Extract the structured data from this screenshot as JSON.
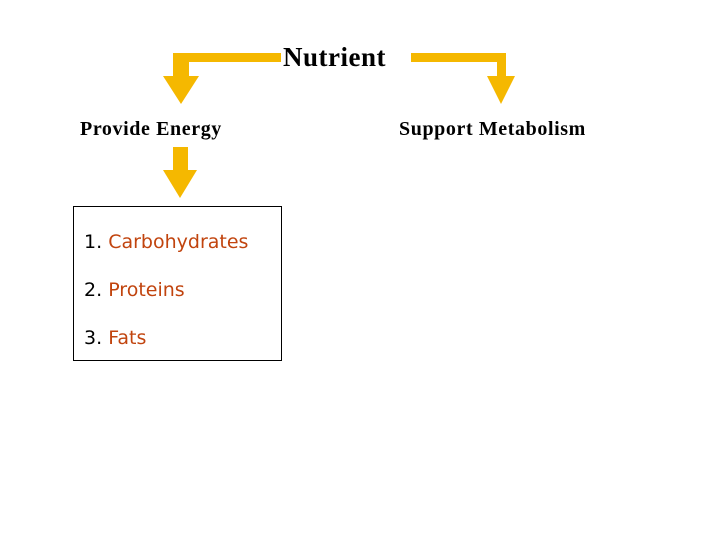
{
  "slide": {
    "background_color": "#ffffff",
    "arrow_color": "#f5b800",
    "root": {
      "label": "Nutrient"
    },
    "branches": [
      {
        "name": "provide-energy",
        "label": "Provide Energy"
      },
      {
        "name": "support-metabolism",
        "label": "Support Metabolism"
      }
    ],
    "list_box": {
      "items": [
        {
          "number": "1.",
          "text": "Carbohydrates"
        },
        {
          "number": "2.",
          "text": "Proteins"
        },
        {
          "number": "3.",
          "text": "Fats"
        }
      ],
      "text_color": "#c1440e",
      "border_color": "#000000"
    },
    "arrows": [
      {
        "name": "arrow-root-to-provide-energy"
      },
      {
        "name": "arrow-root-to-support-metabolism"
      },
      {
        "name": "arrow-provide-energy-to-list"
      }
    ]
  }
}
